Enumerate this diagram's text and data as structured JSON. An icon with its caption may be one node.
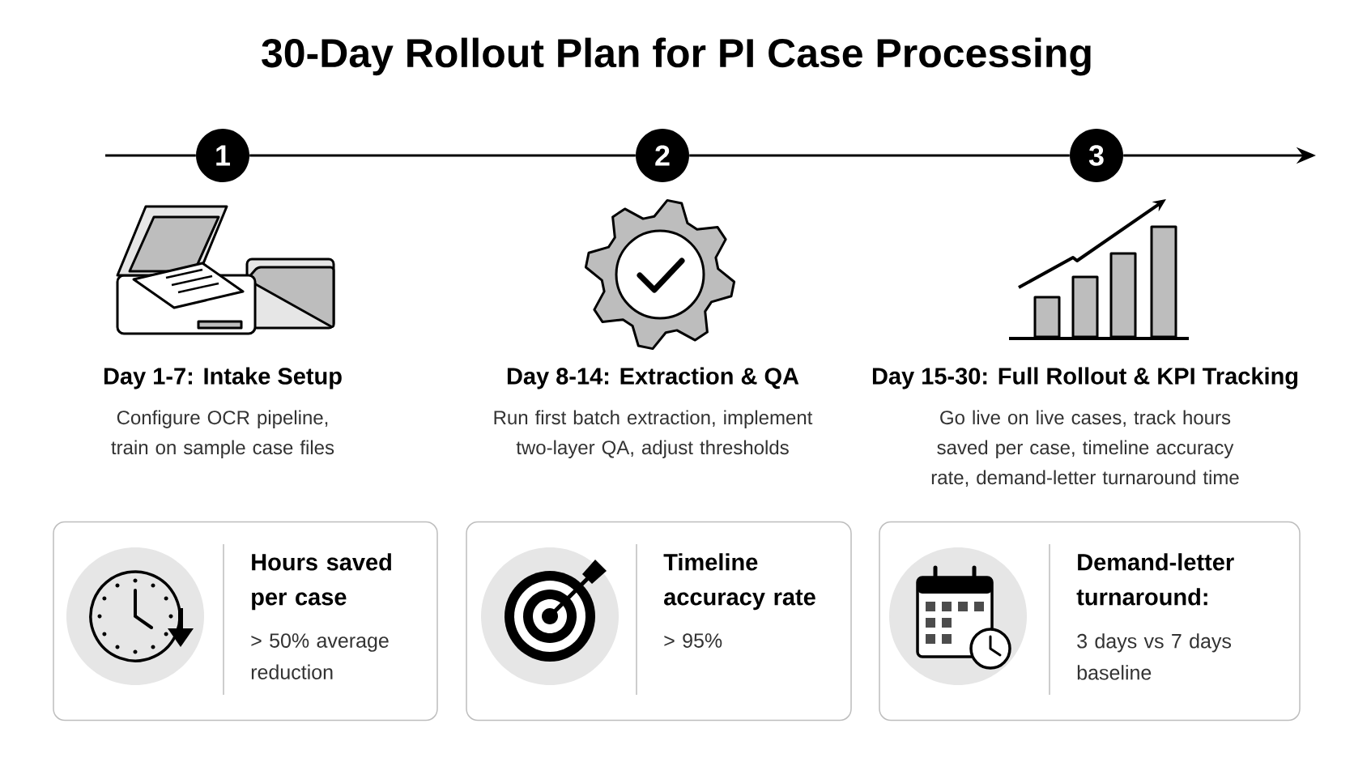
{
  "diagram": {
    "title": "30-Day Rollout Plan for PI Case Processing",
    "nodes": [
      {
        "text": [
          "1"
        ]
      },
      {
        "text": [
          "2"
        ]
      },
      {
        "text": [
          "3"
        ]
      },
      {
        "text": [
          "Hours saved per case",
          "> 50% average reduction"
        ]
      },
      {
        "text": [
          "Timeline accuracy rate",
          "> 95%"
        ]
      },
      {
        "text": [
          "Demand-letter turnaround:",
          "3 days vs 7 days baseline"
        ]
      }
    ],
    "edges": [
      {
        "from": null,
        "to": 0,
        "arrow": "none"
      },
      {
        "from": 0,
        "to": 1,
        "arrow": "none"
      },
      {
        "from": 1,
        "to": 2,
        "arrow": "none"
      },
      {
        "from": 2,
        "to": null,
        "arrow": "to"
      }
    ],
    "labels": [
      "Day 1-7: Intake Setup",
      "Configure OCR pipeline, train on sample case files",
      "Day 8-14: Extraction & QA",
      "Run first batch extraction, implement two-layer QA, adjust thresholds",
      "Day 15-30: Full Rollout & KPI Tracking",
      "Go live on live cases, track hours saved per case, timeline accuracy rate, demand-letter turnaround time"
    ]
  }
}
